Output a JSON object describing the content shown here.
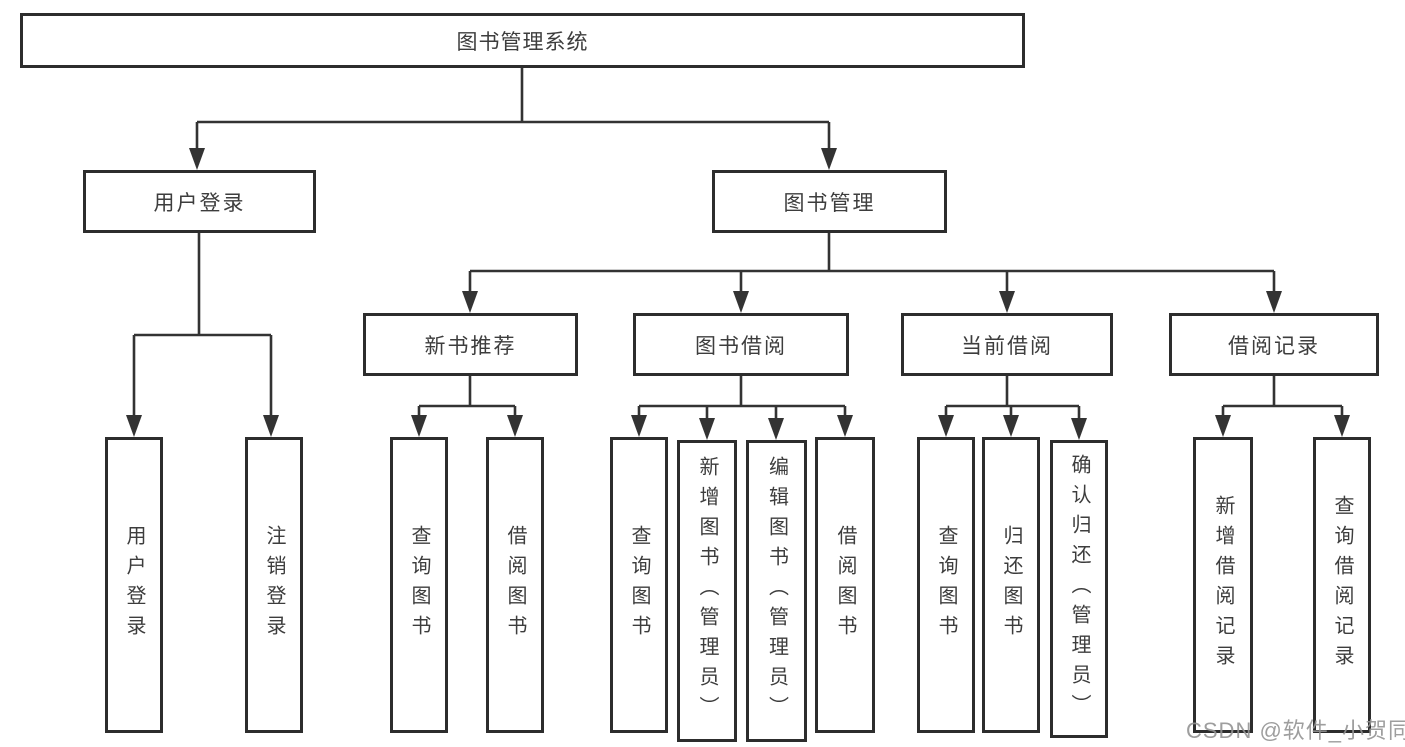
{
  "diagram_type": "hierarchy-tree",
  "root": {
    "label": "图书管理系统"
  },
  "level2": [
    {
      "label": "用户登录"
    },
    {
      "label": "图书管理"
    }
  ],
  "level3": [
    {
      "label": "新书推荐",
      "parent": "图书管理"
    },
    {
      "label": "图书借阅",
      "parent": "图书管理"
    },
    {
      "label": "当前借阅",
      "parent": "图书管理"
    },
    {
      "label": "借阅记录",
      "parent": "图书管理"
    }
  ],
  "leaves": [
    {
      "label": "用户登录",
      "parent": "用户登录"
    },
    {
      "label": "注销登录",
      "parent": "用户登录"
    },
    {
      "label": "查询图书",
      "parent": "新书推荐"
    },
    {
      "label": "借阅图书",
      "parent": "新书推荐"
    },
    {
      "label": "查询图书",
      "parent": "图书借阅"
    },
    {
      "label": "新增图书（管理员）",
      "parent": "图书借阅"
    },
    {
      "label": "编辑图书（管理员）",
      "parent": "图书借阅"
    },
    {
      "label": "借阅图书",
      "parent": "图书借阅"
    },
    {
      "label": "查询图书",
      "parent": "当前借阅"
    },
    {
      "label": "归还图书",
      "parent": "当前借阅"
    },
    {
      "label": "确认归还（管理员）",
      "parent": "当前借阅"
    },
    {
      "label": "新增借阅记录",
      "parent": "借阅记录"
    },
    {
      "label": "查询借阅记录",
      "parent": "借阅记录"
    }
  ],
  "watermark": "CSDN @软件_小贺同学",
  "colors": {
    "line": "#333333",
    "border": "#2d2d2d",
    "text": "#3d3d3d",
    "background": "#ffffff",
    "watermark": "#949494"
  }
}
